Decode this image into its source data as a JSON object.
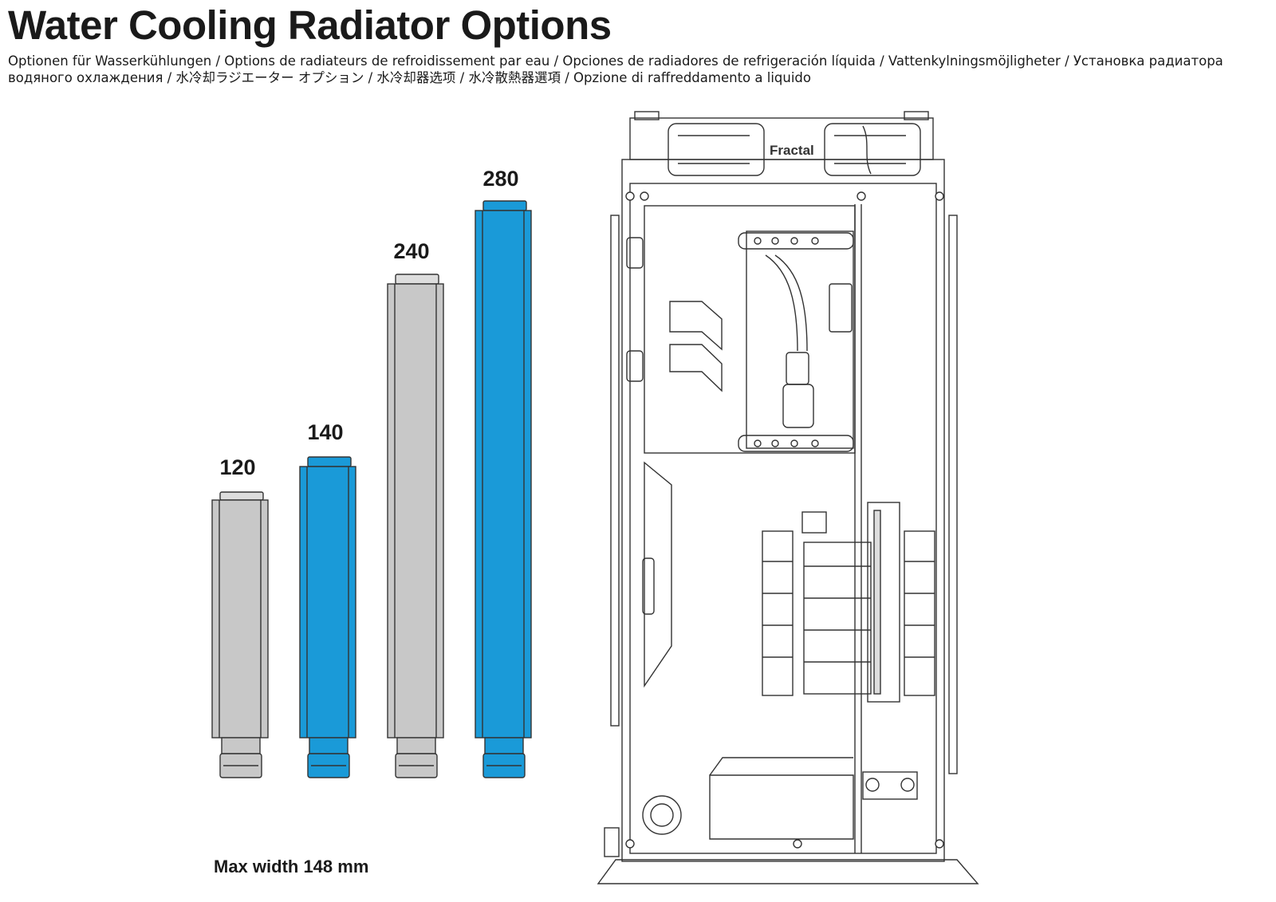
{
  "title": "Water Cooling Radiator Options",
  "subtitle": "Optionen für Wasserkühlungen / Options de radiateurs de refroidissement par eau / Opciones de radiadores de refrigeración líquida / Vattenkylningsmöjligheter / Установка радиатора водяного охлаждения / 水冷却ラジエーター オプション / 水冷却器选项 / 水冷散熱器選項 / Opzione di raffreddamento a liquido",
  "radiators": [
    {
      "label": "120",
      "color": "#c8c8c8"
    },
    {
      "label": "140",
      "color": "#1a9ad8"
    },
    {
      "label": "240",
      "color": "#c8c8c8"
    },
    {
      "label": "280",
      "color": "#1a9ad8"
    }
  ],
  "caption": "Max width 148 mm",
  "case": {
    "brand_logo": "Fractal"
  },
  "colors": {
    "highlight": "#1a9ad8",
    "neutral": "#c8c8c8",
    "line": "#333333"
  }
}
